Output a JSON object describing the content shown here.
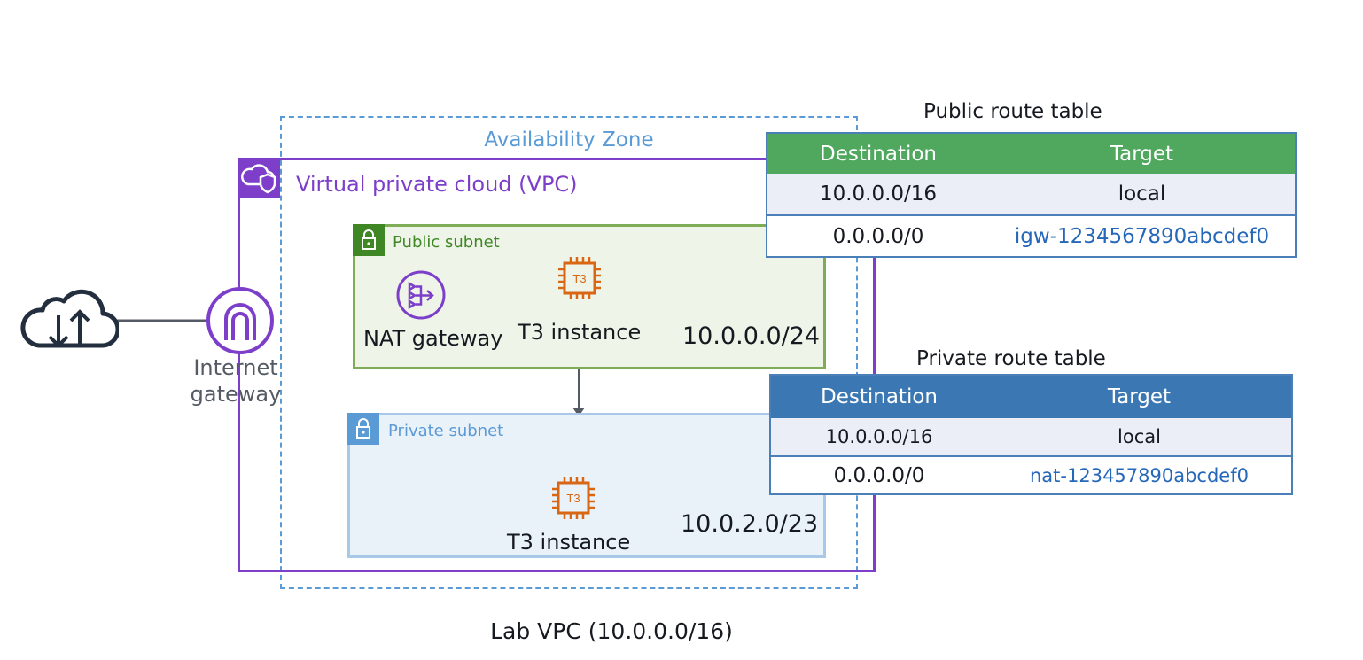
{
  "diagram": {
    "availability_zone_label": "Availability Zone",
    "vpc_label": "Virtual private cloud (VPC)",
    "internet_gateway_label": "Internet\ngateway",
    "caption": "Lab VPC (10.0.0.0/16)",
    "public_subnet": {
      "label": "Public subnet",
      "nat_gateway_label": "NAT gateway",
      "instance_label": "T3 instance",
      "instance_chip_text": "T3",
      "cidr": "10.0.0.0/24"
    },
    "private_subnet": {
      "label": "Private subnet",
      "instance_label": "T3 instance",
      "instance_chip_text": "T3",
      "cidr": "10.0.2.0/23"
    }
  },
  "public_route_table": {
    "title": "Public route table",
    "headers": [
      "Destination",
      "Target"
    ],
    "rows": [
      {
        "destination": "10.0.0.0/16",
        "target": "local"
      },
      {
        "destination": "0.0.0.0/0",
        "target": "igw-1234567890abcdef0"
      }
    ]
  },
  "private_route_table": {
    "title": "Private route table",
    "headers": [
      "Destination",
      "Target"
    ],
    "rows": [
      {
        "destination": "10.0.0.0/16",
        "target": "local"
      },
      {
        "destination": "0.0.0.0/0",
        "target": "nat-123457890abcdef0"
      }
    ]
  },
  "colors": {
    "vpc": "#7d3fc9",
    "availability_zone": "#5a9ad5",
    "public_subnet": "#3f8624",
    "private_subnet": "#5a9ad5",
    "public_table_header": "#4fa85d",
    "private_table_header": "#3b78b3",
    "instance_chip": "#d86613",
    "link": "#2567b9"
  },
  "icons": [
    "internet-cloud-icon",
    "internet-gateway-icon",
    "vpc-cloud-shield-icon",
    "lock-icon",
    "nat-gateway-icon",
    "ec2-t3-chip-icon"
  ]
}
